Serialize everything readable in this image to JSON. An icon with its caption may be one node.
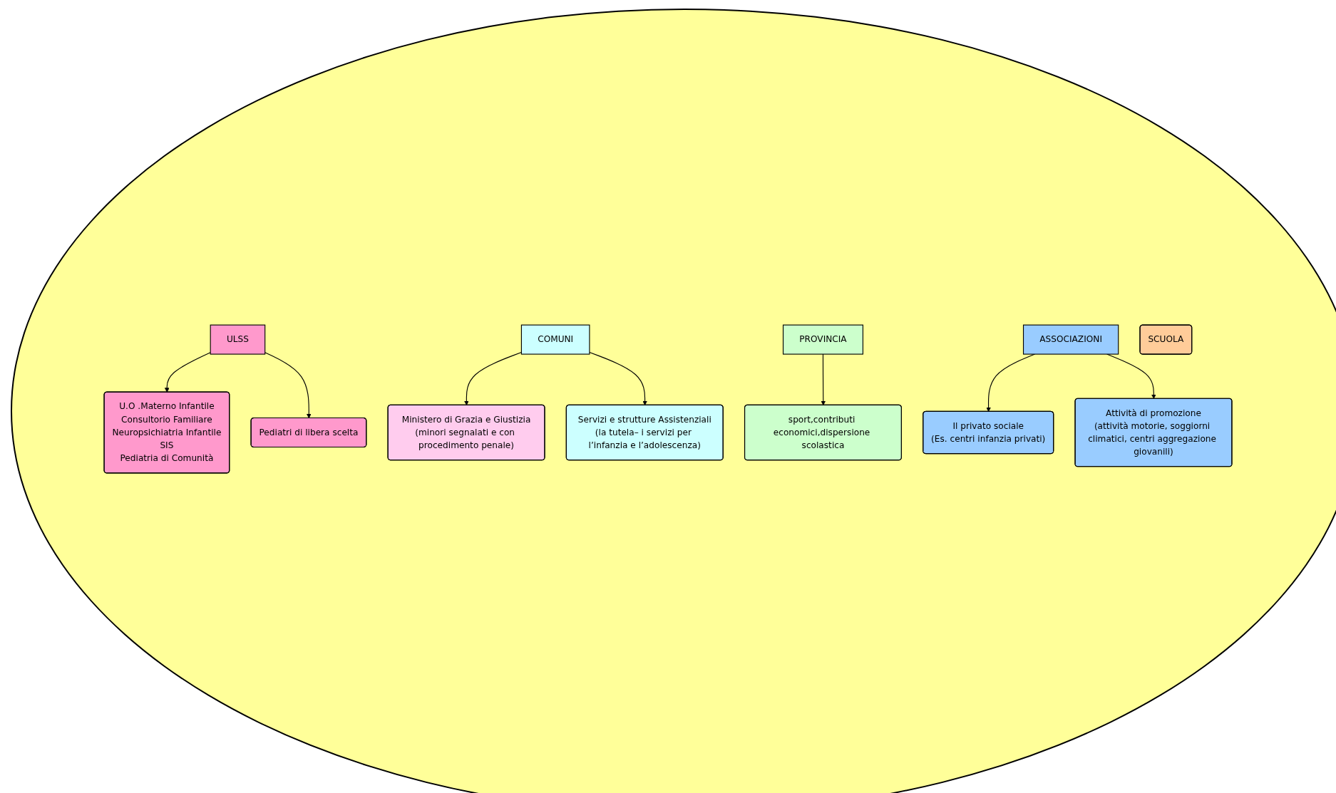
{
  "diagram": {
    "nodes": [
      {
        "text": [
          "U.O .Materno Infantile",
          "Consultorio Familiare",
          "Neuropsichiatria Infantile",
          "SIS",
          "Pediatria di Comunità"
        ]
      },
      {
        "text": [
          "Ministero di Grazia e Giustizia",
          "(minori segnalati e con procedimento penale)"
        ]
      },
      {
        "text": [
          "Pediatri di libera scelta"
        ]
      },
      {
        "text": [
          "ULSS"
        ]
      },
      {
        "text": [
          "COMUNI"
        ]
      },
      {
        "text": [
          "PROVINCIA"
        ]
      },
      {
        "text": [
          "ASSOCIAZIONI"
        ]
      },
      {
        "text": [
          "Servizi e strutture Assistenziali",
          "(la tutela– i servizi per l’infanzia e l’adolescenza)"
        ]
      },
      {
        "text": [
          "Il privato sociale",
          "(Es. centri infanzia privati)"
        ]
      },
      {
        "text": [
          "SCUOLA"
        ]
      },
      {
        "text": [
          "sport,contributi economici,dispersione scolastica"
        ]
      },
      {
        "text": [
          "Attività di promozione",
          "(attività motorie, soggiorni climatici, centri aggregazione giovanili)"
        ]
      }
    ],
    "edges": [
      {
        "from": 3,
        "to": 0,
        "arrow": "to"
      },
      {
        "from": 4,
        "to": 1,
        "arrow": "to"
      },
      {
        "from": 3,
        "to": 2,
        "arrow": "to"
      },
      {
        "from": 4,
        "to": 7,
        "arrow": "to"
      },
      {
        "from": 5,
        "to": 10,
        "arrow": "to"
      },
      {
        "from": 6,
        "to": 8,
        "arrow": "to"
      },
      {
        "from": 6,
        "to": 11,
        "arrow": "to"
      }
    ]
  }
}
